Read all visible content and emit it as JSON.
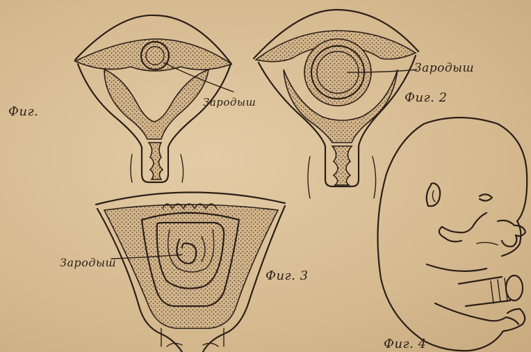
{
  "figure_labels": {
    "fig1": "Фиг.",
    "fig2": "Фиг. 2",
    "fig3": "Фиг. 3",
    "fig4": "Фиг. 4"
  },
  "annotations": {
    "embryo_1": "Зародыш",
    "embryo_2": "Зародыш",
    "embryo_3": "Зародыш"
  },
  "colors": {
    "paper": "#d9bf98",
    "ink": "#2a1f17"
  }
}
